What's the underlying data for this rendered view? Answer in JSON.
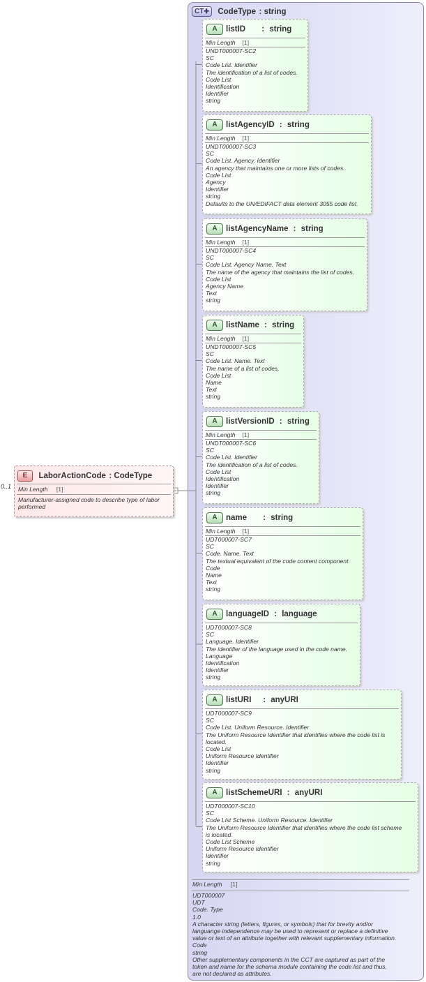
{
  "element": {
    "badge": "E",
    "name": "LaborActionCode",
    "type": "CodeType",
    "cardinality": "0..1",
    "min_length_label": "Min Length",
    "min_length_value": "[1]",
    "doc": [
      "Manufacturer-assigned code to describe type of labor",
      "performed"
    ]
  },
  "complex_type": {
    "badge": "CT",
    "name": "CodeType",
    "type": "string",
    "min_length_label": "Min Length",
    "min_length_value": "[1]",
    "doc": [
      "UDT000007",
      "UDT",
      "Code. Type",
      "1.0",
      "A character string (letters, figures, or symbols) that for brevity and/or",
      "languange independence may be used to represent or replace a definitive",
      "value or text of an attribute together with relevant supplementary information.",
      "Code",
      "string",
      "Other supplementary components in the CCT are captured as part of the",
      "token and name for the schema module containing the code list and thus,",
      "are not declared as attributes."
    ]
  },
  "attributes": [
    {
      "badge": "A",
      "name": "listID",
      "type": "string",
      "sep": "      : ",
      "has_min": true,
      "min_label": "Min Length",
      "min_value": "[1]",
      "lines": [
        "UNDT000007-SC2",
        "SC",
        "Code List. Identifier",
        "The identification of a list of codes.",
        "Code List",
        "Identification",
        "Identifier",
        "string"
      ]
    },
    {
      "badge": "A",
      "name": "listAgencyID",
      "type": "string",
      "sep": " : ",
      "has_min": true,
      "min_label": "Min Length",
      "min_value": "[1]",
      "lines": [
        "UNDT000007-SC3",
        "SC",
        "Code List. Agency. Identifier",
        "An agency that maintains one or more lists of codes.",
        "Code List",
        "Agency",
        "Identifier",
        "string",
        "Defaults to the UN/EDIFACT data element 3055 code list."
      ]
    },
    {
      "badge": "A",
      "name": "listAgencyName",
      "type": "string",
      "sep": " : ",
      "has_min": true,
      "min_label": "Min Length",
      "min_value": "[1]",
      "lines": [
        "UNDT000007-SC4",
        "SC",
        "Code List. Agency Name. Text",
        "The name of the agency that maintains the list of codes.",
        "Code List",
        "Agency Name",
        "Text",
        "string"
      ]
    },
    {
      "badge": "A",
      "name": "listName",
      "type": "string",
      "sep": " : ",
      "has_min": true,
      "min_label": "Min Length",
      "min_value": "[1]",
      "lines": [
        "UNDT000007-SC5",
        "SC",
        "Code List. Name. Text",
        "The name of a list of codes.",
        "Code List",
        "Name",
        "Text",
        "string"
      ]
    },
    {
      "badge": "A",
      "name": "listVersionID",
      "type": "string",
      "sep": " : ",
      "has_min": true,
      "min_label": "Min Length",
      "min_value": "[1]",
      "lines": [
        "UNDT000007-SC6",
        "SC",
        "Code List. Identifier",
        "The identification of a list of codes.",
        "Code List",
        "Identification",
        "Identifier",
        "string"
      ]
    },
    {
      "badge": "A",
      "name": "name",
      "type": "string",
      "sep": "      : ",
      "has_min": true,
      "min_label": "Min Length",
      "min_value": "[1]",
      "lines": [
        "UDT000007-SC7",
        "SC",
        "Code. Name. Text",
        "The textual equivalent of the code content component.",
        "Code",
        "Name",
        "Text",
        "string"
      ]
    },
    {
      "badge": "A",
      "name": "languageID",
      "type": "language",
      "sep": " : ",
      "has_min": false,
      "lines": [
        "UDT000007-SC8",
        "SC",
        "Language. Identifier",
        "The identifier of the language used in the code name.",
        "Language",
        "Identification",
        "Identifier",
        "string"
      ]
    },
    {
      "badge": "A",
      "name": "listURI",
      "type": "anyURI",
      "sep": "    : ",
      "has_min": false,
      "lines": [
        "UDT000007-SC9",
        "SC",
        "Code List. Uniform Resource. Identifier",
        "The Uniform Resource Identifier that identifies where the code list is",
        "located.",
        "Code List",
        "Uniform Resource Identifier",
        "Identifier",
        "string"
      ]
    },
    {
      "badge": "A",
      "name": "listSchemeURI",
      "type": "anyURI",
      "sep": " : ",
      "has_min": false,
      "lines": [
        "UDT000007-SC10",
        "SC",
        "Code List Scheme. Uniform Resource. Identifier",
        "The Uniform Resource Identifier that identifies where the code list scheme",
        "is located.",
        "Code List Scheme",
        "Uniform Resource Identifier",
        "Identifier",
        "string"
      ]
    }
  ]
}
